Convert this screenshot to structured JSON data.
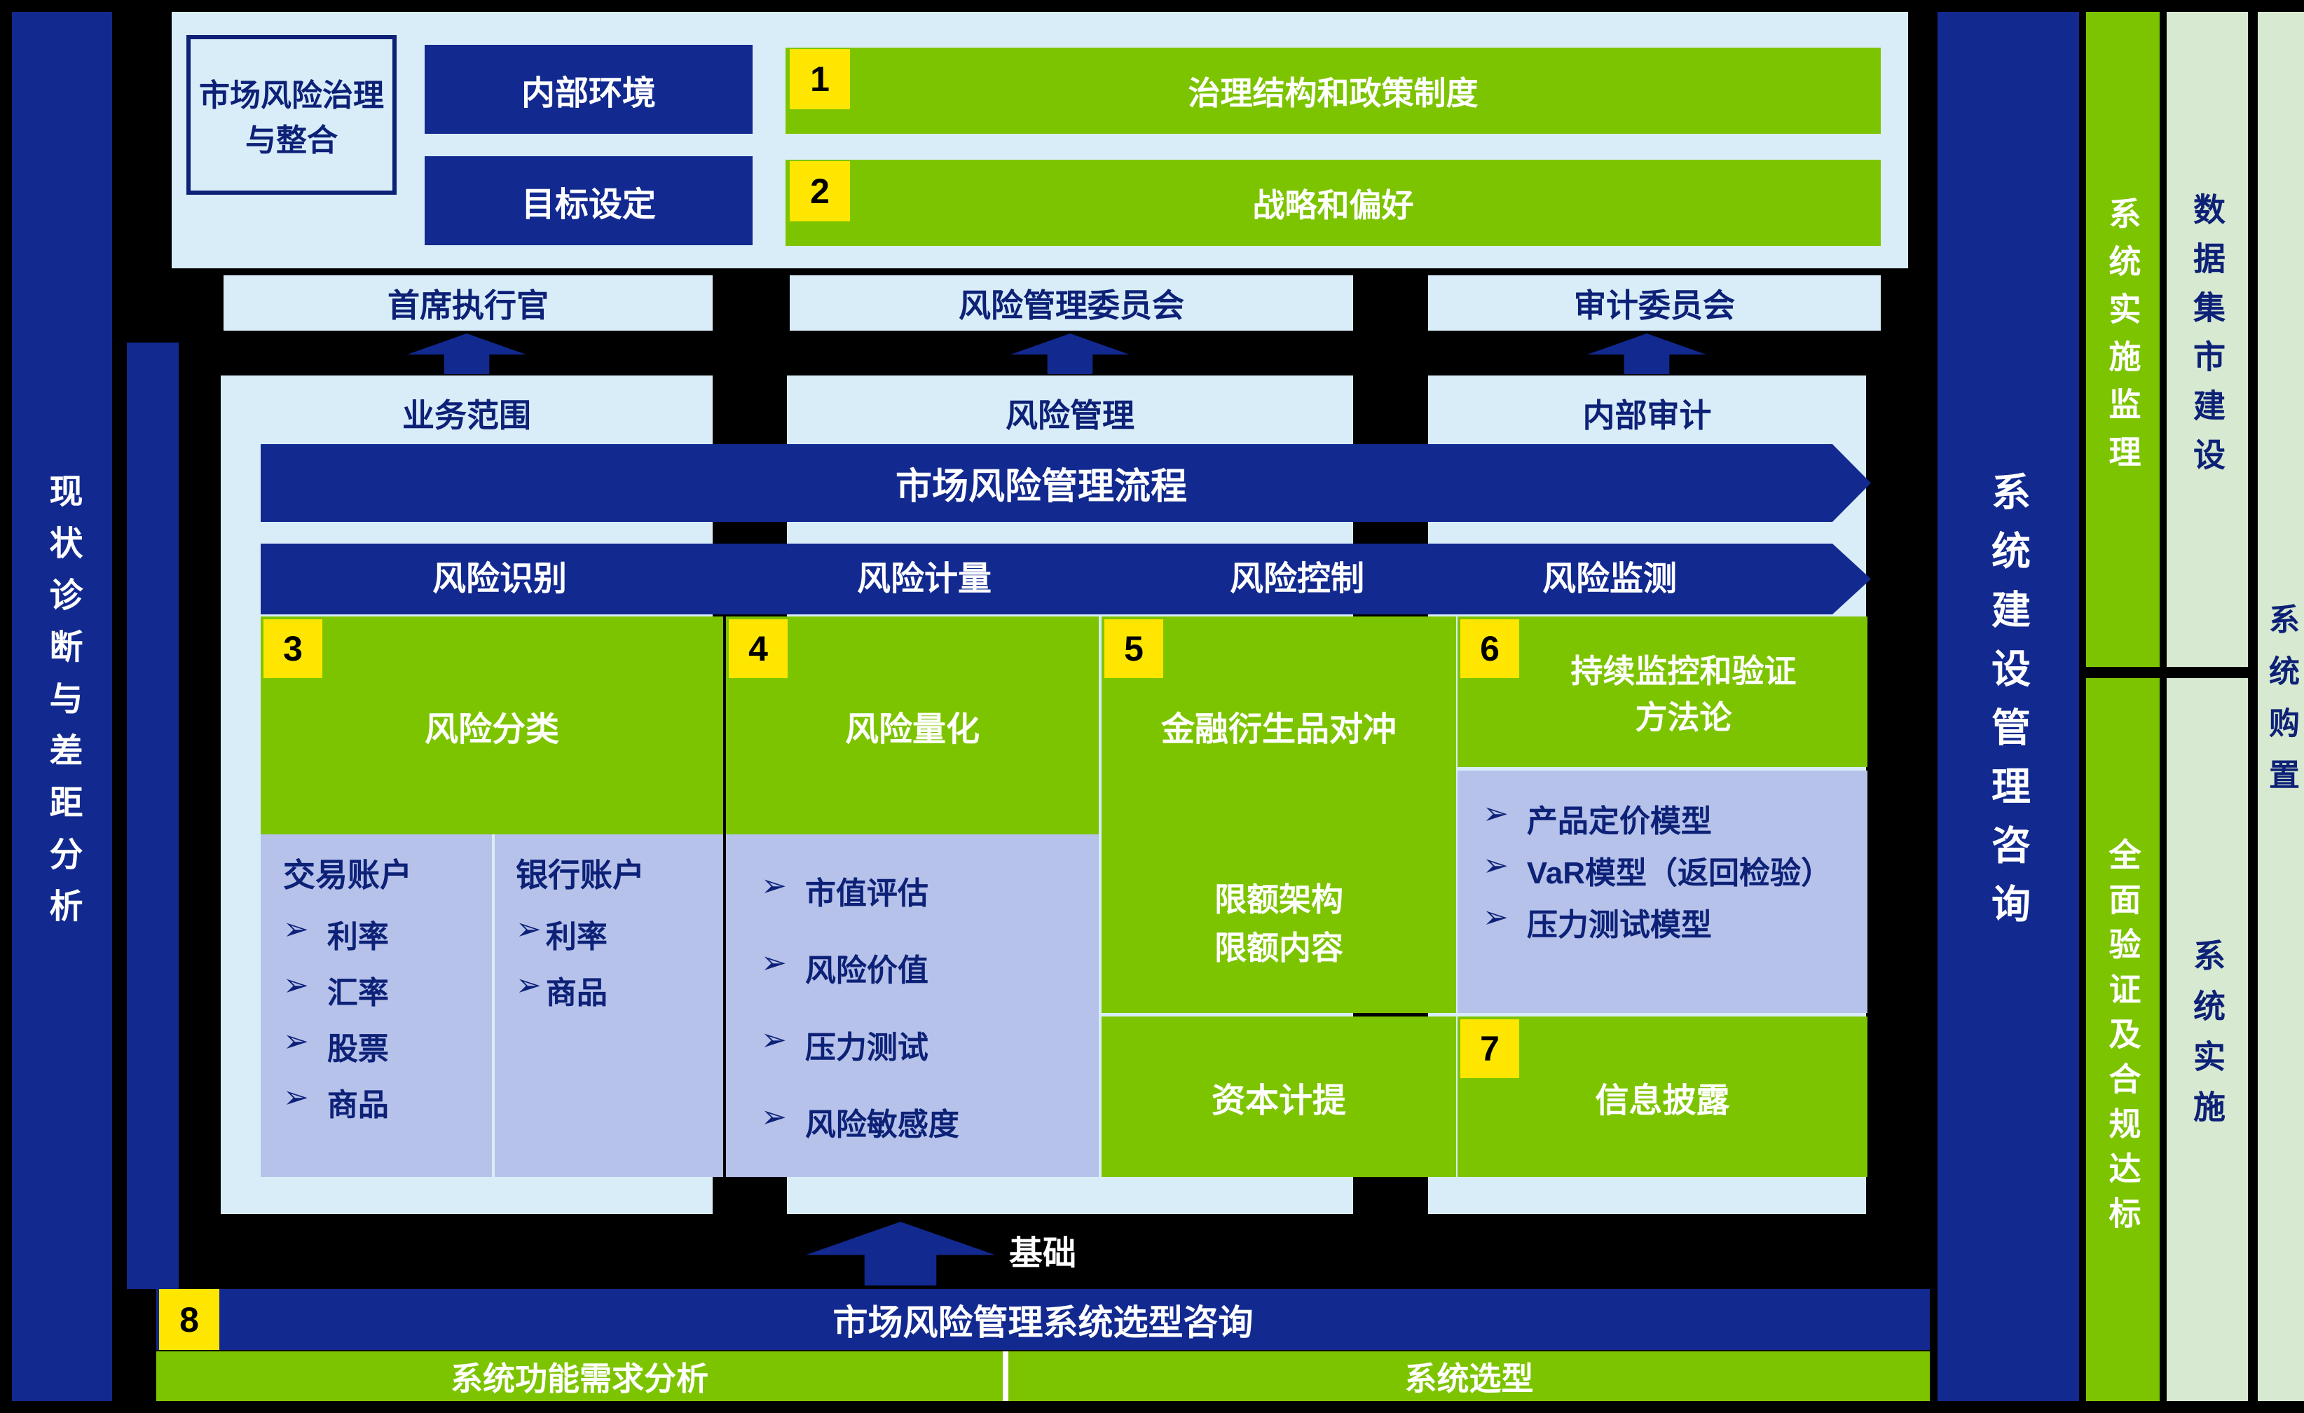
{
  "ui": {
    "bullet": "➢"
  },
  "left_bar": {
    "label": "现状诊断与差距分析"
  },
  "governance": {
    "title": "市场风险治理与整合",
    "env_label": "内部环境",
    "env_num": "1",
    "env_value": "治理结构和政策制度",
    "goal_label": "目标设定",
    "goal_num": "2",
    "goal_value": "战略和偏好"
  },
  "committees": [
    "首席执行官",
    "风险管理委员会",
    "审计委员会"
  ],
  "column_headers": [
    "业务范围",
    "风险管理",
    "内部审计"
  ],
  "process": {
    "banner": "市场风险管理流程",
    "steps": [
      "风险识别",
      "风险计量",
      "风险控制",
      "风险监测"
    ]
  },
  "identification": {
    "num": "3",
    "label": "风险分类",
    "trading": {
      "title": "交易账户",
      "items": [
        "利率",
        "汇率",
        "股票",
        "商品"
      ]
    },
    "banking": {
      "title": "银行账户",
      "items": [
        "利率",
        "商品"
      ]
    }
  },
  "measurement": {
    "num": "4",
    "label": "风险量化",
    "items": [
      "市值评估",
      "风险价值",
      "压力测试",
      "风险敏感度"
    ]
  },
  "control": {
    "num": "5",
    "label": "金融衍生品对冲",
    "limits": "限额架构\n限额内容",
    "capital": "资本计提"
  },
  "monitoring": {
    "num": "6",
    "label": "持续监控和验证\n方法论",
    "items": [
      "产品定价模型",
      "VaR模型（返回检验）",
      "压力测试模型"
    ],
    "disclosure_num": "7",
    "disclosure": "信息披露"
  },
  "foundation": {
    "label": "基础"
  },
  "selection": {
    "num": "8",
    "banner": "市场风险管理系统选型咨询",
    "bars": [
      "系统功能需求分析",
      "系统选型"
    ]
  },
  "right_bars": {
    "consulting": "系统建设管理咨询",
    "supervision": "系统实施监理",
    "validation": "全面验证及合规达标",
    "datamart": "数据集市建设",
    "implementation": "系统实施",
    "purchase": "系统购置"
  },
  "colors": {
    "navy": "#12298f",
    "green": "#7dc400",
    "light_blue": "#d9edf9",
    "lavender": "#b6c2ea",
    "yellow": "#ffe600",
    "pale_green": "#d7e9d0",
    "background": "#000000"
  }
}
